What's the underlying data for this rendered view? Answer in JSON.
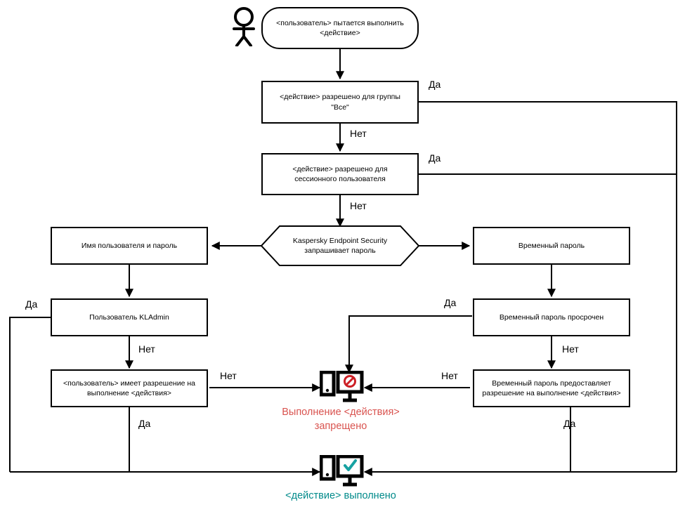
{
  "diagram": {
    "title": "Password protection decision flow",
    "colors": {
      "stroke": "#000000",
      "denied_text": "#d9534f",
      "done_text": "#008a8a",
      "denied_badge": "#cc2026",
      "done_check": "#17a2a2"
    },
    "actor": {
      "name": "user-actor-icon"
    },
    "nodes": {
      "start": "<пользователь> пытается выполнить <действие>",
      "allowed_everyone": "<действие> разрешено для группы \"Все\"",
      "allowed_session_user": "<действие> разрешено для сессионного пользователя",
      "kes_asks_password": "Kaspersky Endpoint Security запрашивает пароль",
      "username_password": "Имя пользователя и пароль",
      "temp_password": "Временный пароль",
      "kladmin_user": "Пользователь KLAdmin",
      "temp_password_expired": "Временный пароль просрочен",
      "user_has_permission": "<пользователь> имеет разрешение на выполнение <действия>",
      "temp_password_grants": "Временный пароль предоставляет разрешение на выполнение <действия>"
    },
    "terminals": {
      "denied": "Выполнение <действия> запрещено",
      "denied_line1": "Выполнение <действия>",
      "denied_line2": "запрещено",
      "done": "<действие> выполнено"
    },
    "edge_labels": {
      "yes": "Да",
      "no": "Нет",
      "everyone_yes": "Да",
      "everyone_no": "Нет",
      "session_yes": "Да",
      "session_no": "Нет",
      "kladmin_yes": "Да",
      "kladmin_no": "Нет",
      "permission_no": "Нет",
      "permission_yes": "Да",
      "temp_expired_yes": "Да",
      "temp_expired_no": "Нет",
      "temp_grants_no": "Нет",
      "temp_grants_yes": "Да"
    },
    "icons": {
      "denied_monitor": "monitor-blocked-icon",
      "done_monitor": "monitor-check-icon",
      "actor": "person-icon"
    }
  }
}
